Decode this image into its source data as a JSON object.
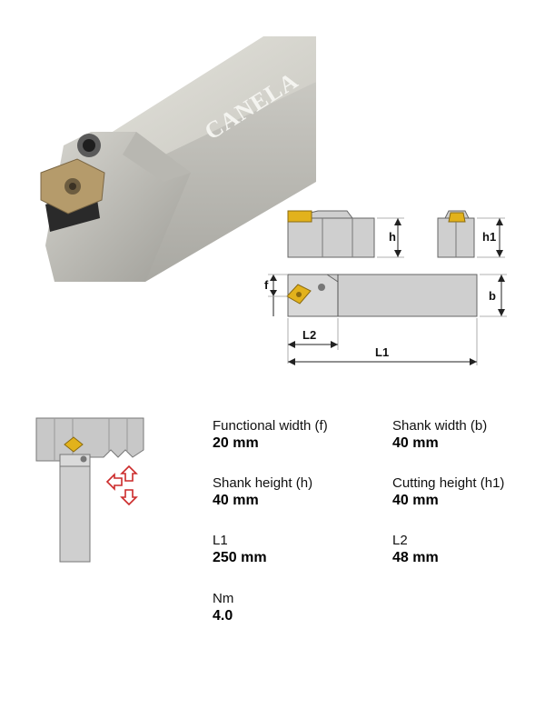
{
  "product": {
    "brand": "CANELA"
  },
  "diagram_labels": {
    "h": "h",
    "h1": "h1",
    "f": "f",
    "b": "b",
    "L1": "L1",
    "L2": "L2"
  },
  "specs": {
    "functional_width": {
      "label": "Functional width (f)",
      "value": "20 mm"
    },
    "shank_width": {
      "label": "Shank width (b)",
      "value": "40 mm"
    },
    "shank_height": {
      "label": "Shank height (h)",
      "value": "40 mm"
    },
    "cutting_height": {
      "label": "Cutting height (h1)",
      "value": "40 mm"
    },
    "l1": {
      "label": "L1",
      "value": "250 mm"
    },
    "l2": {
      "label": "L2",
      "value": "48 mm"
    },
    "nm": {
      "label": "Nm",
      "value": "4.0"
    }
  },
  "colors": {
    "insert_gold": "#d8b23a",
    "arrow_red": "#cc2a2a",
    "shank_grey": "#cfcfcf"
  }
}
